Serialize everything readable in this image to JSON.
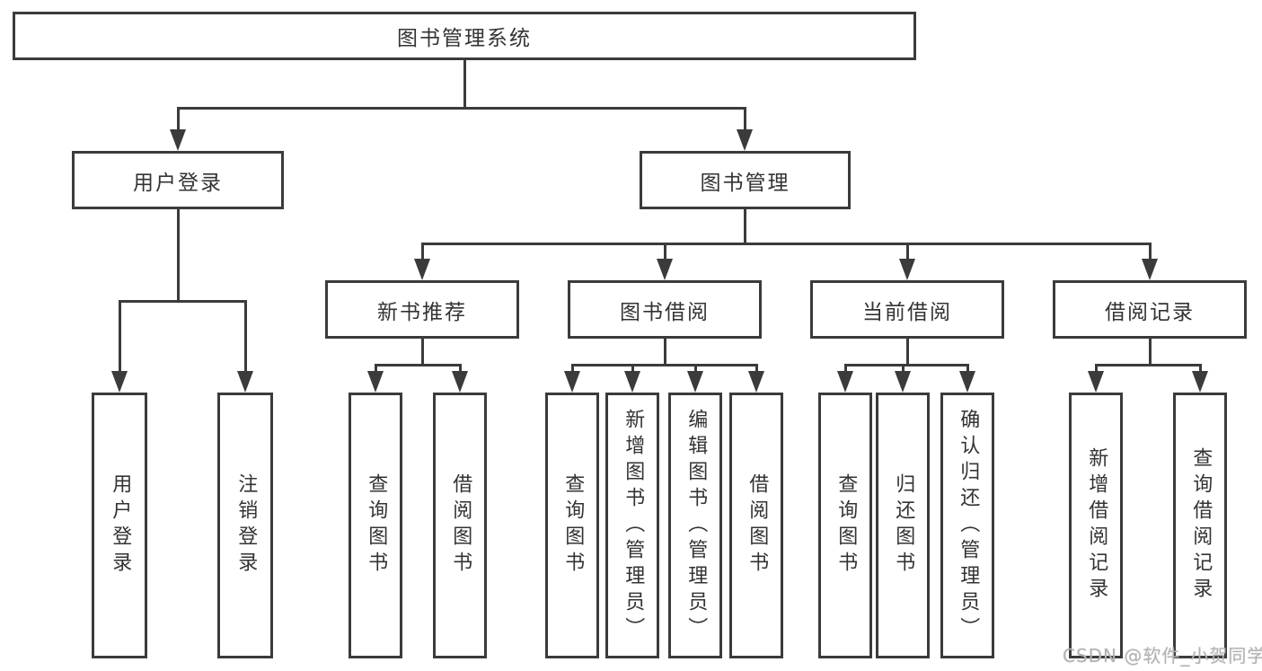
{
  "diagram": {
    "title": "图书管理系统",
    "root": "图书管理系统",
    "level2": [
      "用户登录",
      "图书管理"
    ],
    "level3": [
      "新书推荐",
      "图书借阅",
      "当前借阅",
      "借阅记录"
    ],
    "leaves": [
      "用户登录",
      "注销登录",
      "查询图书",
      "借阅图书",
      "查询图书",
      "新增图书（管理员）",
      "编辑图书（管理员）",
      "借阅图书",
      "查询图书",
      "归还图书",
      "确认归还（管理员）",
      "新增借阅记录",
      "查询借阅记录"
    ],
    "watermark": "CSDN @软件_小贺同学",
    "colors": {
      "line": "#3b3b3b",
      "text": "#333333",
      "background": "#ffffff",
      "watermark": "#b3b3b3"
    }
  }
}
